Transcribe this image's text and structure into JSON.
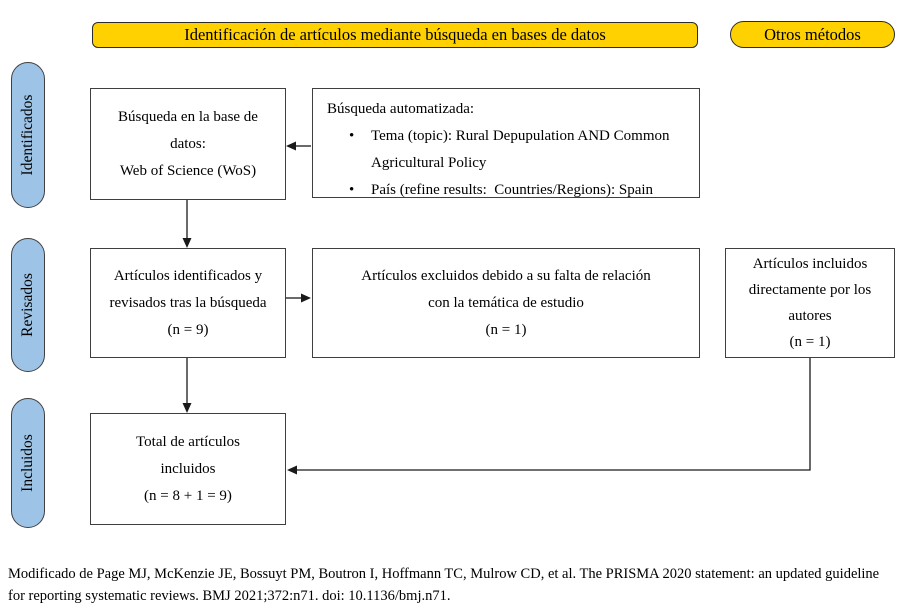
{
  "colors": {
    "header_fill": "#FFD100",
    "stage_fill": "#9DC3E6",
    "box_border": "#3f3f3f",
    "arrow": "#1a1a1a"
  },
  "banners": {
    "database_search": "Identificación de artículos mediante búsqueda en bases de datos",
    "other_methods": "Otros métodos"
  },
  "stages": {
    "identified": "Identificados",
    "reviewed": "Revisados",
    "included": "Incluidos"
  },
  "boxes": {
    "database_search": "Búsqueda en la base de\ndatos:\nWeb of Science (WoS)",
    "automated_search": {
      "title": "Búsqueda automatizada:",
      "bullet_glyph": "•",
      "bullets": [
        "Tema (topic): Rural Depupulation AND Common Agricultural Policy",
        "País (refine results:  Countries/Regions): Spain"
      ]
    },
    "identified_reviewed": "Artículos identificados y\nrevisados tras la búsqueda\n(n = 9)",
    "excluded": "Artículos excluidos debido a su falta de relación\ncon la temática de estudio\n(n = 1)",
    "included_by_authors": "Artículos incluidos\ndirectamente por los\nautores\n(n = 1)",
    "total_included": "Total de artículos\nincluidos\n(n = 8 + 1 = 9)"
  },
  "footer": {
    "citation": "Modificado de Page MJ, McKenzie JE, Bossuyt PM, Boutron I, Hoffmann TC, Mulrow CD, et al. The PRISMA 2020 statement: an updated guideline for reporting systematic reviews. BMJ 2021;372:n71. doi: 10.1136/bmj.n71."
  }
}
